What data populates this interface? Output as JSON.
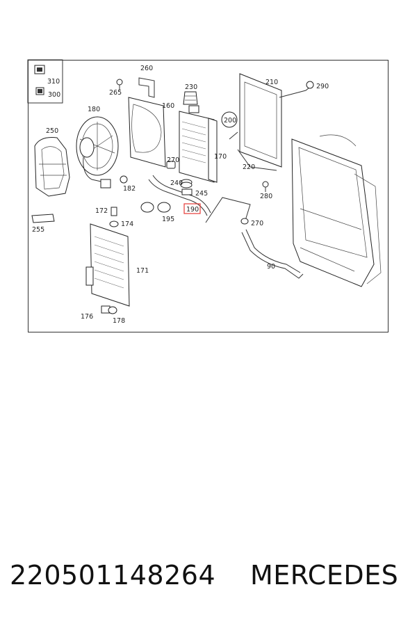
{
  "diagram": {
    "callouts": {
      "c310": "310",
      "c300": "300",
      "c260": "260",
      "c265": "265",
      "c230": "230",
      "c210": "210",
      "c290": "290",
      "c180": "180",
      "c160": "160",
      "c200": "200",
      "c250": "250",
      "c170": "170",
      "c270a": "270",
      "c220": "220",
      "c240": "240",
      "c182": "182",
      "c245": "245",
      "c280": "280",
      "c172": "172",
      "c190": "190",
      "c195": "195",
      "c174": "174",
      "c270b": "270",
      "c255": "255",
      "c171": "171",
      "c90": "90",
      "c176": "176",
      "c178": "178"
    },
    "highlight_color": "#e53935"
  },
  "footer": {
    "part_number": "220501148264",
    "brand": "MERCEDES"
  }
}
